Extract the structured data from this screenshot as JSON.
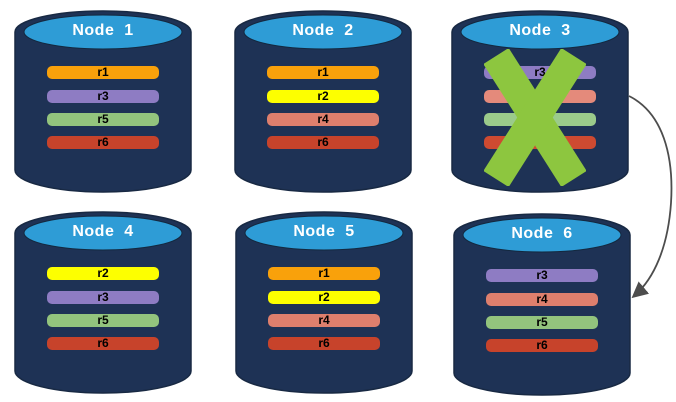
{
  "colors": {
    "background": "#FFFFFF",
    "cylinder_body": "#1E3255",
    "cylinder_top": "#2E9CD6",
    "cylinder_outline": "#182943",
    "node_title_text": "#FFFFFF",
    "replica_label_text": "#000000",
    "x_mark": "#8DC63F",
    "arrow": "#4D4D4D"
  },
  "nodes": [
    {
      "title": "Node  1",
      "replicas": [
        {
          "label": "r1",
          "color": "#F9A10B"
        },
        {
          "label": "r3",
          "color": "#8E7CC3"
        },
        {
          "label": "r5",
          "color": "#93C47D"
        },
        {
          "label": "r6",
          "color": "#C7432B"
        }
      ]
    },
    {
      "title": "Node  2",
      "replicas": [
        {
          "label": "r1",
          "color": "#F9A10B"
        },
        {
          "label": "r2",
          "color": "#FDFF00"
        },
        {
          "label": "r4",
          "color": "#DE7F6D"
        },
        {
          "label": "r6",
          "color": "#C7432B"
        }
      ]
    },
    {
      "title": "Node  3",
      "replicas": [
        {
          "label": "r3",
          "color": "#8E7CC3"
        },
        {
          "label": "r4",
          "color": "#E48A7B"
        },
        {
          "label": "r5",
          "color": "#9BCB8B"
        },
        {
          "label": "r6",
          "color": "#CE4A31"
        }
      ]
    },
    {
      "title": "Node  4",
      "replicas": [
        {
          "label": "r2",
          "color": "#FDFF00"
        },
        {
          "label": "r3",
          "color": "#8E7CC3"
        },
        {
          "label": "r5",
          "color": "#93C47D"
        },
        {
          "label": "r6",
          "color": "#C7432B"
        }
      ]
    },
    {
      "title": "Node  5",
      "replicas": [
        {
          "label": "r1",
          "color": "#F9A10B"
        },
        {
          "label": "r2",
          "color": "#FDFF00"
        },
        {
          "label": "r4",
          "color": "#DE7F6D"
        },
        {
          "label": "r6",
          "color": "#C7432B"
        }
      ]
    },
    {
      "title": "Node  6",
      "replicas": [
        {
          "label": "r3",
          "color": "#8E7CC3"
        },
        {
          "label": "r4",
          "color": "#DE7F6D"
        },
        {
          "label": "r5",
          "color": "#93C47D"
        },
        {
          "label": "r6",
          "color": "#C7432B"
        }
      ]
    }
  ],
  "x_mark": {
    "on_node": "Node 3"
  },
  "failover_arrow": {
    "from_node": "Node 3",
    "to_node": "Node 6"
  }
}
